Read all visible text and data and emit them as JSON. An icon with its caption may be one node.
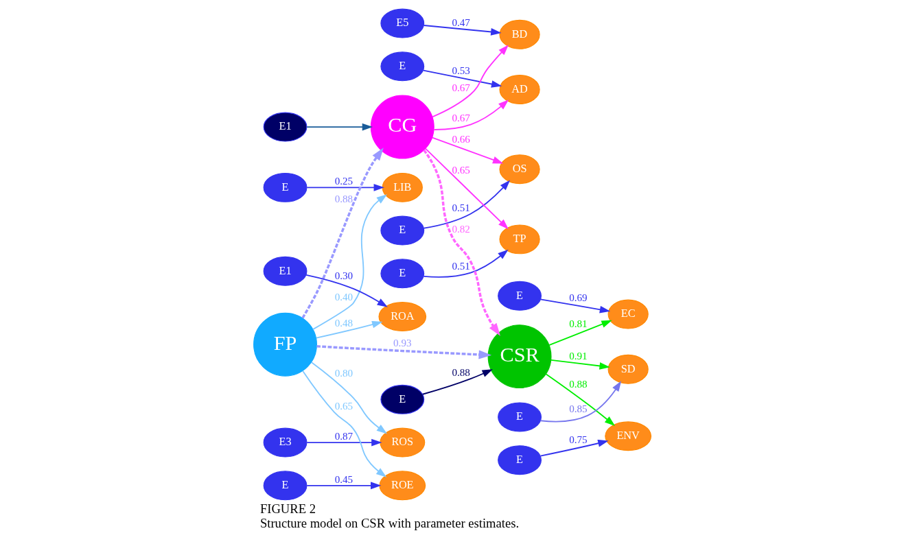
{
  "diagram": {
    "title": "FIGURE 2",
    "caption": "Structure model on CSR with parameter estimates.",
    "nodes": [
      {
        "text": [
          "E"
        ]
      },
      {
        "text": [
          "E"
        ]
      },
      {
        "text": [
          "E5"
        ]
      },
      {
        "text": [
          "E"
        ]
      },
      {
        "text": [
          "OS"
        ]
      },
      {
        "text": [
          "AD"
        ]
      },
      {
        "text": [
          "BD"
        ]
      },
      {
        "text": [
          "TP"
        ]
      },
      {
        "text": [
          "E1"
        ]
      },
      {
        "text": [
          "CG"
        ]
      },
      {
        "text": [
          "E"
        ]
      },
      {
        "text": [
          "LIB"
        ]
      },
      {
        "text": [
          "E"
        ]
      },
      {
        "text": [
          "EC"
        ]
      },
      {
        "text": [
          "E3"
        ]
      },
      {
        "text": [
          "ROS"
        ]
      },
      {
        "text": [
          "FP"
        ]
      },
      {
        "text": [
          "E"
        ]
      },
      {
        "text": [
          "CSR"
        ]
      },
      {
        "text": [
          "SD"
        ]
      },
      {
        "text": [
          "E"
        ]
      },
      {
        "text": [
          "E"
        ]
      },
      {
        "text": [
          "ROE"
        ]
      },
      {
        "text": [
          "E"
        ]
      },
      {
        "text": [
          "E1"
        ]
      },
      {
        "text": [
          "ROA"
        ]
      },
      {
        "text": [
          "ENV"
        ]
      }
    ],
    "edges": [
      {
        "from": 0,
        "to": 4,
        "arrow": "to",
        "label": "0.51"
      },
      {
        "from": 1,
        "to": 5,
        "arrow": "to",
        "label": "0.53"
      },
      {
        "from": 2,
        "to": 6,
        "arrow": "to",
        "label": "0.47"
      },
      {
        "from": 3,
        "to": 7,
        "arrow": "to",
        "label": "0.51"
      },
      {
        "from": 9,
        "to": 4,
        "arrow": "to",
        "label": "0.66",
        "color": "#ff33ff"
      },
      {
        "from": 9,
        "to": 5,
        "arrow": "to",
        "label": "0.67",
        "color": "#ff33ff"
      },
      {
        "from": 9,
        "to": 6,
        "arrow": "to",
        "label": "0.67",
        "color": "#ff33ff"
      },
      {
        "from": 9,
        "to": 7,
        "arrow": "to",
        "label": "0.65",
        "color": "#ff33ff"
      },
      {
        "from": 8,
        "to": 9,
        "arrow": "to",
        "color": "#1a5c99"
      },
      {
        "from": 16,
        "to": 9,
        "arrow": "to",
        "label": "0.88",
        "style": "dashed",
        "color": "#9999ff"
      },
      {
        "from": 9,
        "to": 18,
        "arrow": "to",
        "label": "0.82",
        "style": "dashed",
        "color": "#ff66ff"
      },
      {
        "from": 16,
        "to": 18,
        "arrow": "to",
        "label": "0.93",
        "style": "dashed",
        "color": "#9999ff"
      },
      {
        "from": 10,
        "to": 18,
        "arrow": "to",
        "label": "0.88",
        "color": "#000066"
      },
      {
        "from": 18,
        "to": 13,
        "arrow": "to",
        "label": "0.81",
        "color": "#00ee00"
      },
      {
        "from": 18,
        "to": 19,
        "arrow": "to",
        "label": "0.91",
        "color": "#00ee00"
      },
      {
        "from": 18,
        "to": 26,
        "arrow": "to",
        "label": "0.88",
        "color": "#00ee00"
      },
      {
        "from": 17,
        "to": 13,
        "arrow": "to",
        "label": "0.69"
      },
      {
        "from": 20,
        "to": 19,
        "arrow": "to",
        "label": "0.85",
        "color": "#7777ee"
      },
      {
        "from": 23,
        "to": 26,
        "arrow": "to",
        "label": "0.75"
      },
      {
        "from": 12,
        "to": 11,
        "arrow": "to",
        "label": "0.25"
      },
      {
        "from": 14,
        "to": 15,
        "arrow": "to",
        "label": "0.87"
      },
      {
        "from": 21,
        "to": 22,
        "arrow": "to",
        "label": "0.45"
      },
      {
        "from": 24,
        "to": 25,
        "arrow": "to",
        "label": "0.30"
      },
      {
        "from": 16,
        "to": 11,
        "arrow": "to",
        "label": "0.40",
        "color": "#80c8ff"
      },
      {
        "from": 16,
        "to": 15,
        "arrow": "to",
        "label": "0.80",
        "color": "#80c8ff"
      },
      {
        "from": 16,
        "to": 22,
        "arrow": "to",
        "label": "0.65",
        "color": "#80c8ff"
      },
      {
        "from": 16,
        "to": 25,
        "arrow": "to",
        "label": "0.48",
        "color": "#80c8ff"
      }
    ]
  }
}
